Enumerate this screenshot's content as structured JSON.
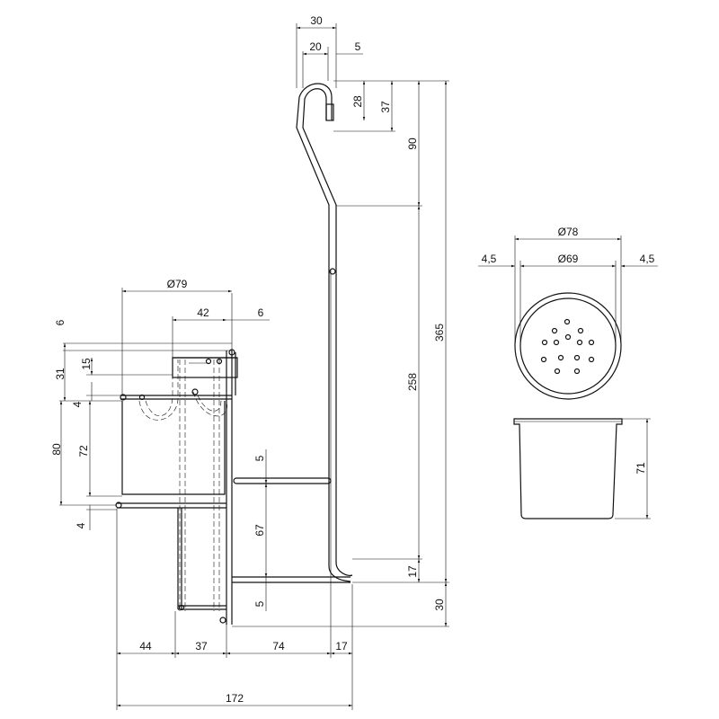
{
  "drawing": {
    "colors": {
      "line": "#111111",
      "background": "#ffffff"
    },
    "dimensions": {
      "top_width": "30",
      "hook_inner": "20",
      "hook_gap": "5",
      "hook_28": "28",
      "hook_37": "37",
      "upper_90": "90",
      "total_365": "365",
      "mid_258": "258",
      "foot_17_v": "17",
      "base_30": "30",
      "cup_d79": "Ø79",
      "cup_42": "42",
      "cup_6r": "6",
      "cup_6l": "6",
      "cup_31": "31",
      "cup_15": "15",
      "cup_4a": "4",
      "cup_80": "80",
      "cup_72": "72",
      "cup_4b": "4",
      "shelf_5a": "5",
      "shelf_67": "67",
      "shelf_5b": "5",
      "bot_44": "44",
      "bot_37": "37",
      "bot_74": "74",
      "bot_17": "17",
      "bot_172": "172",
      "top_d78": "Ø78",
      "top_d69": "Ø69",
      "top_45l": "4,5",
      "top_45r": "4,5",
      "cup_h71": "71"
    }
  }
}
